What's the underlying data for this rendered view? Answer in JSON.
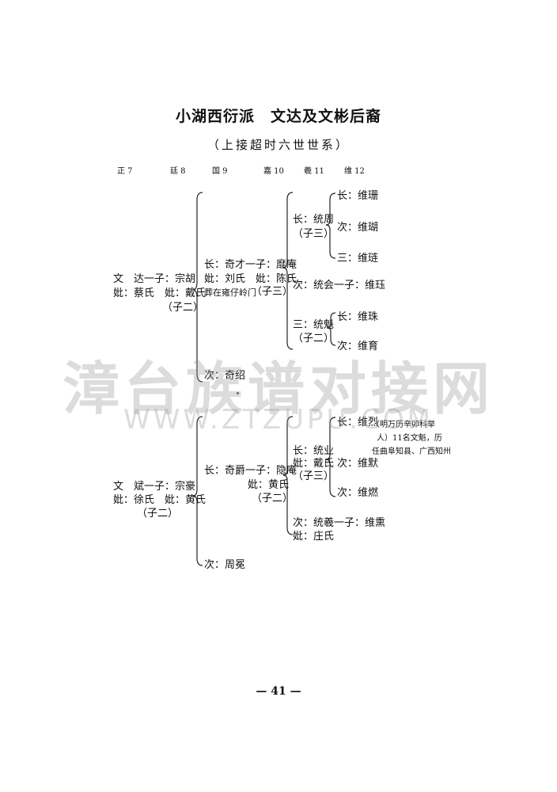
{
  "title": "小湖西衍派　文达及文彬后裔",
  "subtitle": "（上接超时六世世系）",
  "generations": [
    "正 7",
    "廷 8",
    "国 9",
    "嘉 10",
    "羲 11",
    "维 12"
  ],
  "tree1": {
    "root_line1": "文　达一子：宗胡",
    "root_line2": "妣：蔡氏　妣：戴氏",
    "root_count": "（子二）",
    "son1_line1": "长：奇才一子：靡庵",
    "son1_line2": "妣：刘氏　妣：陈氏",
    "son1_note": "葬在雍仔岭门",
    "son1_count": "（子三）",
    "son2": "次：奇绍",
    "gs1_line1": "长：统周",
    "gs1_count": "（子三）",
    "gs2": "次：统会一子：维珏",
    "gs3_line1": "三：统魁",
    "gs3_count": "（子二）",
    "ggs1": "长：维珊",
    "ggs2": "次：维瑚",
    "ggs3": "三：维琏",
    "ggs4": "长：维珠",
    "ggs5": "次：维育"
  },
  "tree2": {
    "root_line1": "文　斌一子：宗豪",
    "root_line2": "妣：徐氏　妣：黄氏",
    "root_count": "（子二）",
    "son1_line1": "长：奇爵一子：隐庵",
    "son1_line2": "妣：黄氏",
    "son1_count": "（子二）",
    "son2": "次：周冕",
    "gs1_line1": "长：统业",
    "gs1_line2": "妣：戴氏",
    "gs1_count": "（子三）",
    "gs2_line1": "次：统羲一子：维熏",
    "gs2_line2": "妣：庄氏",
    "ggs1": "长：维烈",
    "ggs1_note1": "（明万历辛卯科举",
    "ggs1_note2": "人）11名文魁，历",
    "ggs1_note3": "任曲阜知县、广西知州",
    "ggs2": "次：维默",
    "ggs3": "次：维燃"
  },
  "watermark_line1": "漳台族谱对接网",
  "watermark_line2": "WWW.ZTZUPU.COM",
  "page_number": "— 41 —"
}
